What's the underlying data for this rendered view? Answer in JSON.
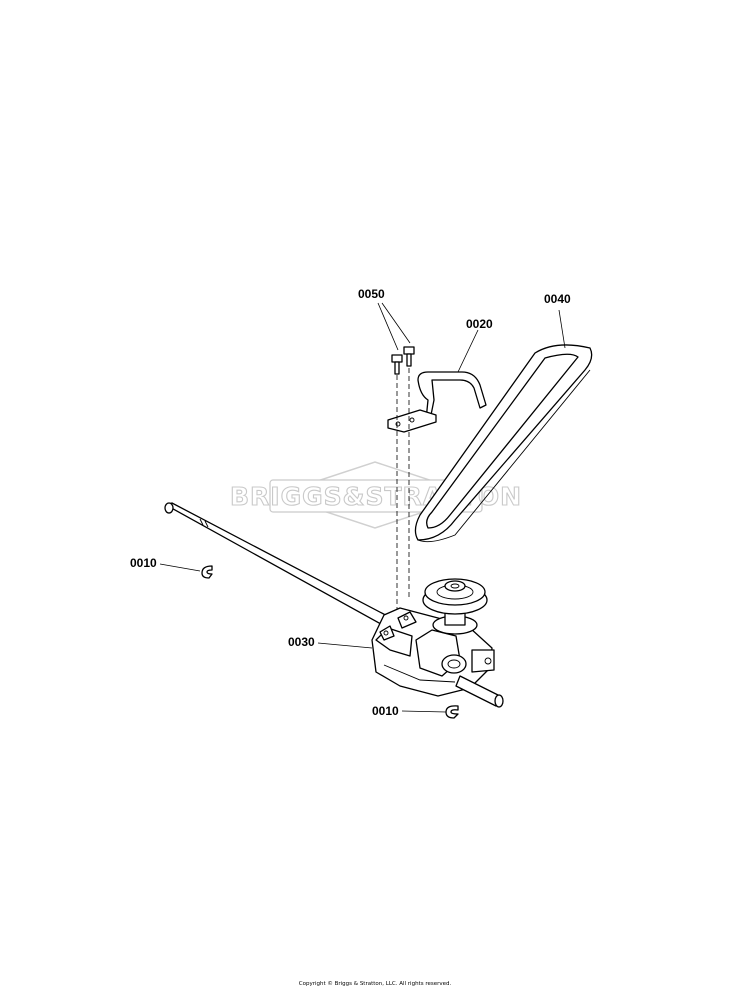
{
  "watermark": {
    "brand_text": "BRIGGS & STRATTON"
  },
  "callouts": {
    "c0050": "0050",
    "c0040": "0040",
    "c0020": "0020",
    "c0010_left": "0010",
    "c0030": "0030",
    "c0010_bottom": "0010"
  },
  "footer": {
    "copyright": "Copyright © Briggs & Stratton, LLC. All rights reserved."
  }
}
